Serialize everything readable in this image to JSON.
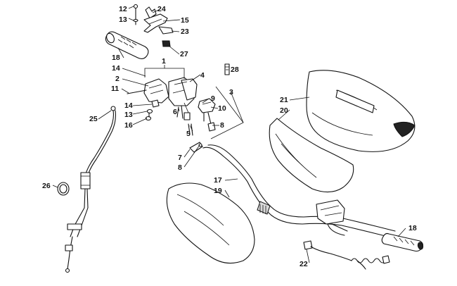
{
  "callouts": {
    "c1": "1",
    "c2": "2",
    "c3": "3",
    "c4": "4",
    "c5": "5",
    "c6": "6",
    "c7": "7",
    "c8a": "8",
    "c8b": "8",
    "c9": "9",
    "c10": "10",
    "c11": "11",
    "c12": "12",
    "c13a": "13",
    "c13b": "13",
    "c14a": "14",
    "c14b": "14",
    "c15": "15",
    "c16": "16",
    "c17": "17",
    "c18a": "18",
    "c18b": "18",
    "c19": "19",
    "c20": "20",
    "c21": "21",
    "c22": "22",
    "c23": "23",
    "c24": "24",
    "c25": "25",
    "c26": "26",
    "c27": "27",
    "c28": "28"
  }
}
